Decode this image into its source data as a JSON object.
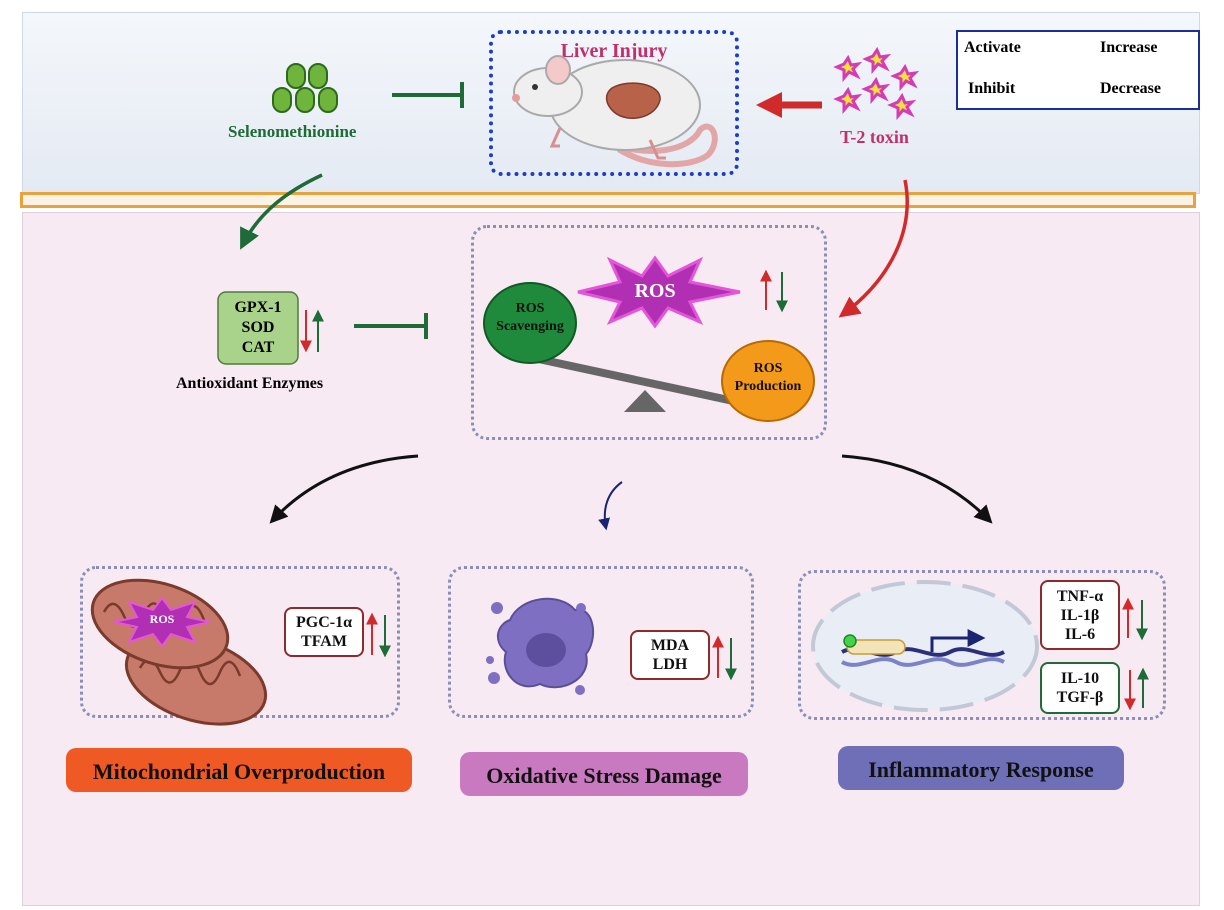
{
  "legend": {
    "activate": "Activate",
    "inhibit": "Inhibit",
    "increase": "Increase",
    "decrease": "Decrease"
  },
  "top": {
    "liver_injury": "Liver Injury",
    "selenomethionine": "Selenomethionine",
    "toxin": "T-2 toxin"
  },
  "antioxidant": {
    "enzymes": [
      "GPX-1",
      "SOD",
      "CAT"
    ],
    "label": "Antioxidant Enzymes"
  },
  "balance": {
    "ros": "ROS",
    "scavenging": [
      "ROS",
      "Scavenging"
    ],
    "production": [
      "ROS",
      "Production"
    ]
  },
  "mito": {
    "ros": "ROS",
    "markers": [
      "PGC-1α",
      "TFAM"
    ],
    "banner": "Mitochondrial Overproduction"
  },
  "oxidative": {
    "markers": [
      "MDA",
      "LDH"
    ],
    "banner": "Oxidative Stress Damage"
  },
  "inflammation": {
    "pro": [
      "TNF-α",
      "IL-1β",
      "IL-6"
    ],
    "anti": [
      "IL-10",
      "TGF-β"
    ],
    "banner": "Inflammatory Response"
  },
  "colors": {
    "green": "#1f6b37",
    "red": "#d12a2a",
    "navy": "#1a2470",
    "orange_banner": "#ef5a24",
    "purple_banner": "#c879c0",
    "blue_banner": "#6f6fb8"
  }
}
